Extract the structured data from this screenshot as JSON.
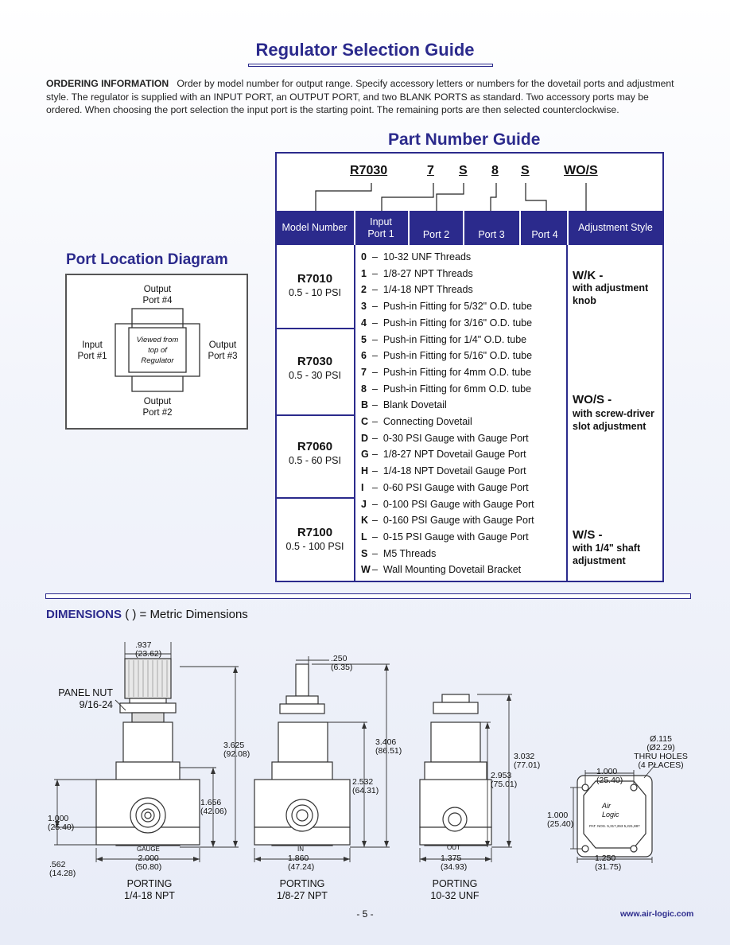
{
  "page_title": "Regulator Selection Guide",
  "ordering": {
    "label": "ORDERING INFORMATION",
    "text": "Order by model number for output range. Specify accessory letters or numbers for the dovetail ports and adjustment style. The regulator is supplied with an INPUT PORT, an OUTPUT PORT, and two BLANK PORTS as standard. Two accessory ports may be ordered. When choosing the port selection the input port is the starting point. The remaining ports are then selected counterclockwise."
  },
  "part_number_guide": {
    "title": "Part Number Guide",
    "example_code": [
      "R7030",
      "7",
      "S",
      "8",
      "S",
      "WO/S"
    ],
    "headers": {
      "model": "Model Number",
      "input_line1": "Input",
      "input_line2": "Port 1",
      "port2": "Port 2",
      "port3": "Port 3",
      "port4": "Port 4",
      "adjustment": "Adjustment Style"
    },
    "models": [
      {
        "name": "R7010",
        "range": "0.5 - 10 PSI"
      },
      {
        "name": "R7030",
        "range": "0.5 - 30 PSI"
      },
      {
        "name": "R7060",
        "range": "0.5 - 60 PSI"
      },
      {
        "name": "R7100",
        "range": "0.5 - 100 PSI"
      }
    ],
    "options": [
      {
        "key": "0",
        "sep": "–",
        "desc": "10-32 UNF Threads"
      },
      {
        "key": "1",
        "sep": "–",
        "desc": "1/8-27 NPT Threads"
      },
      {
        "key": "2",
        "sep": "–",
        "desc": "1/4-18 NPT Threads"
      },
      {
        "key": "3",
        "sep": "–",
        "desc": "Push-in Fitting for 5/32\" O.D. tube"
      },
      {
        "key": "4",
        "sep": "–",
        "desc": "Push-in Fitting for 3/16\" O.D. tube"
      },
      {
        "key": "5",
        "sep": "–",
        "desc": "Push-in Fitting for 1/4\" O.D. tube"
      },
      {
        "key": "6",
        "sep": "–",
        "desc": "Push-in Fitting for 5/16\" O.D. tube"
      },
      {
        "key": "7",
        "sep": "–",
        "desc": "Push-in Fitting for 4mm O.D. tube"
      },
      {
        "key": "8",
        "sep": "–",
        "desc": "Push-in Fitting for 6mm O.D. tube"
      },
      {
        "key": "B",
        "sep": "–",
        "desc": "Blank Dovetail"
      },
      {
        "key": "C",
        "sep": "–",
        "desc": "Connecting Dovetail"
      },
      {
        "key": "D",
        "sep": "–",
        "desc": "0-30 PSI Gauge with Gauge Port"
      },
      {
        "key": "G",
        "sep": "–",
        "desc": "1/8-27 NPT Dovetail Gauge Port"
      },
      {
        "key": "H",
        "sep": "–",
        "desc": "1/4-18 NPT Dovetail Gauge Port"
      },
      {
        "key": "I",
        "sep": "–",
        "desc": "0-60 PSI Gauge with Gauge Port"
      },
      {
        "key": "J",
        "sep": "–",
        "desc": "0-100 PSI Gauge with Gauge Port"
      },
      {
        "key": "K",
        "sep": "–",
        "desc": "0-160 PSI Gauge with Gauge Port"
      },
      {
        "key": "L",
        "sep": "–",
        "desc": "0-15 PSI Gauge with Gauge Port"
      },
      {
        "key": "S",
        "sep": "–",
        "desc": "M5 Threads"
      },
      {
        "key": "W",
        "sep": "–",
        "desc": "Wall Mounting Dovetail Bracket"
      }
    ],
    "adjustments": [
      {
        "code": "W/K -",
        "desc1": "with adjustment",
        "desc2": "knob"
      },
      {
        "code": "WO/S -",
        "desc1": "with screw-driver",
        "desc2": "slot adjustment"
      },
      {
        "code": "W/S -",
        "desc1": "with 1/4\" shaft",
        "desc2": "adjustment"
      }
    ]
  },
  "port_location": {
    "title": "Port Location Diagram",
    "top_1": "Output",
    "top_2": "Port #4",
    "left_1": "Input",
    "left_2": "Port #1",
    "right_1": "Output",
    "right_2": "Port #3",
    "bottom_1": "Output",
    "bottom_2": "Port #2",
    "center_1": "Viewed from",
    "center_2": "top of",
    "center_3": "Regulator"
  },
  "dimensions": {
    "title_bold": "DIMENSIONS",
    "title_rest": "(   ) = Metric Dimensions",
    "panel_nut_1": "PANEL NUT",
    "panel_nut_2": "9/16-24",
    "d1": {
      "a": ".937",
      "am": "(23.62)",
      "b": "3.625",
      "bm": "(92.08)",
      "c": "1.656",
      "cm": "(42.06)",
      "d": "1.000",
      "dm": "(25.40)",
      "e": ".562",
      "em": "(14.28)",
      "w": "2.000",
      "wm": "(50.80)",
      "port": "GAUGE",
      "cap1": "PORTING",
      "cap2": "1/4-18 NPT"
    },
    "d2": {
      "a": ".250",
      "am": "(6.35)",
      "b": "3.406",
      "bm": "(86.51)",
      "c": "2.532",
      "cm": "(64.31)",
      "w": "1.860",
      "wm": "(47.24)",
      "port": "IN",
      "cap1": "PORTING",
      "cap2": "1/8-27 NPT"
    },
    "d3": {
      "b": "3.032",
      "bm": "(77.01)",
      "c": "2.953",
      "cm": "(75.01)",
      "w": "1.375",
      "wm": "(34.93)",
      "port": "OUT",
      "cap1": "PORTING",
      "cap2": "10-32 UNF"
    },
    "d4": {
      "hole": "Ø.115",
      "holem": "(Ø2.29)",
      "thru": "THRU HOLES",
      "places": "(4 PLACES)",
      "top": "1.000",
      "topm": "(25.40)",
      "left": "1.000",
      "leftm": "(25.40)",
      "bot": "1.250",
      "botm": "(31.75)",
      "logo1": "Air",
      "logo2": "Logic",
      "pat": "PAT. NOS. 5,317,263 5,221,887"
    }
  },
  "footer": {
    "page": "- 5 -",
    "url": "www.air-logic.com"
  }
}
